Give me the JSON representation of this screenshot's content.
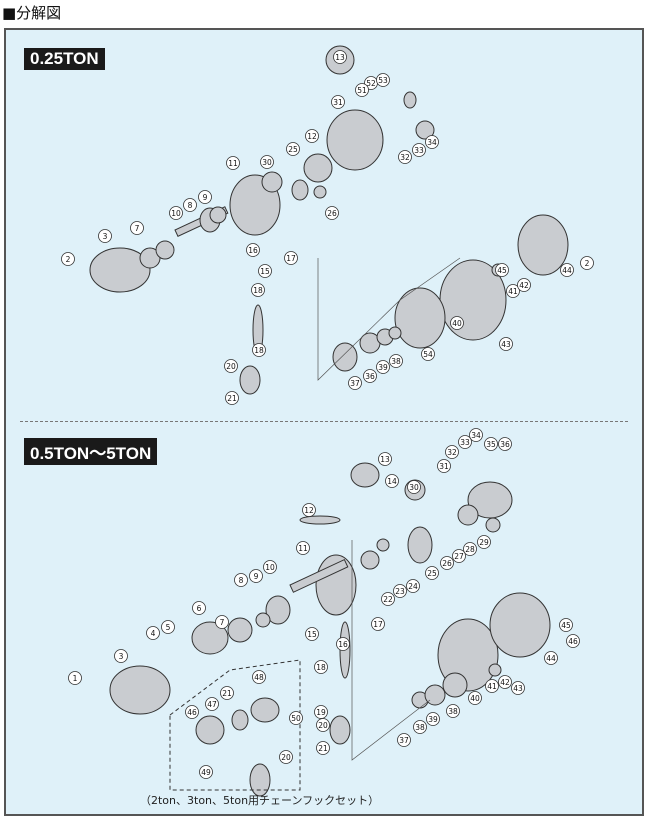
{
  "heading": "■分解図",
  "sections": [
    {
      "title": "0.25TON",
      "callouts": [
        "13",
        "52",
        "53",
        "51",
        "31",
        "12",
        "25",
        "30",
        "11",
        "32",
        "33",
        "34",
        "9",
        "8",
        "26",
        "10",
        "7",
        "3",
        "2",
        "16",
        "17",
        "15",
        "18",
        "44",
        "2",
        "45",
        "41",
        "42",
        "40",
        "43",
        "54",
        "18",
        "20",
        "21",
        "37",
        "36",
        "39",
        "38"
      ]
    },
    {
      "title": "0.5TON〜5TON",
      "callouts": [
        "13",
        "32",
        "33",
        "34",
        "35",
        "36",
        "31",
        "14",
        "30",
        "12",
        "11",
        "29",
        "28",
        "27",
        "26",
        "25",
        "24",
        "23",
        "22",
        "10",
        "9",
        "8",
        "6",
        "7",
        "5",
        "4",
        "3",
        "1",
        "15",
        "16",
        "17",
        "18",
        "19",
        "20",
        "21",
        "48",
        "47",
        "21",
        "46",
        "50",
        "49",
        "20",
        "45",
        "46",
        "44",
        "41",
        "42",
        "43",
        "40",
        "37",
        "38",
        "39",
        "38"
      ]
    }
  ],
  "chain_hook_set_caption": "（2ton、3ton、5ton用チェーンフックセット）",
  "colors": {
    "background": "#dff1f9",
    "part": "#c9ccd0",
    "outline": "#333333"
  }
}
